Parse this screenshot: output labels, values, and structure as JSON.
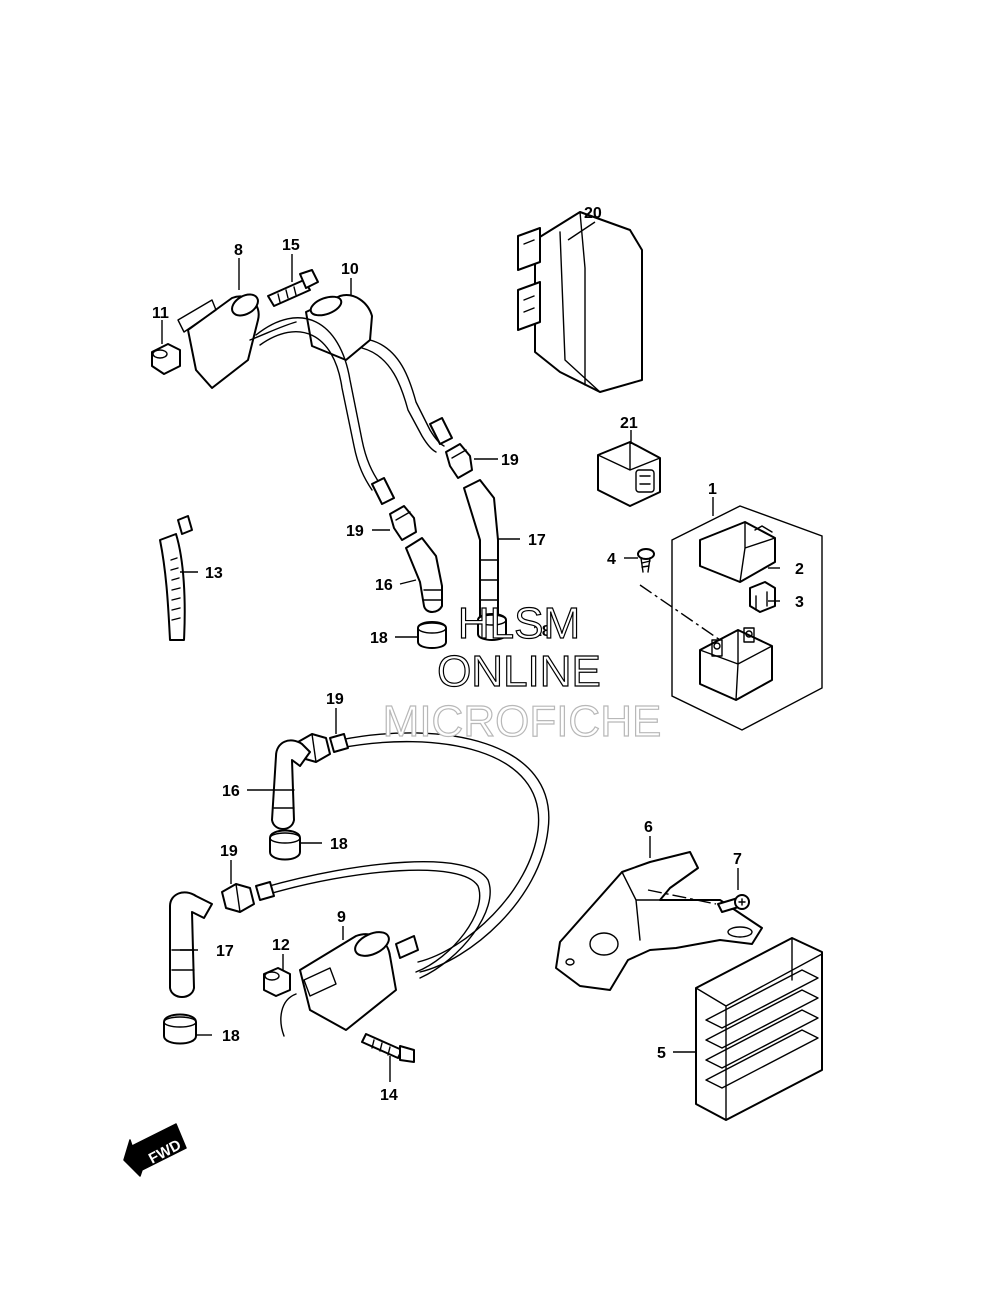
{
  "callouts": {
    "c1": "1",
    "c2": "2",
    "c3": "3",
    "c4": "4",
    "c5": "5",
    "c6": "6",
    "c7": "7",
    "c8": "8",
    "c9": "9",
    "c10": "10",
    "c11": "11",
    "c12": "12",
    "c13": "13",
    "c14": "14",
    "c15": "15",
    "c16a": "16",
    "c16b": "16",
    "c17a": "17",
    "c17b": "17",
    "c18a": "18",
    "c18b": "18",
    "c18c": "18",
    "c18d": "18",
    "c19a": "19",
    "c19b": "19",
    "c19c": "19",
    "c19d": "19",
    "c20": "20",
    "c21": "21"
  },
  "watermark": {
    "line1": "HLSM",
    "line2": "ONLINE",
    "line3": "MICROFICHE"
  },
  "direction_arrow": {
    "label": "FWD"
  },
  "colors": {
    "line": "#000000",
    "background": "#ffffff",
    "watermark_light": "#b8b8b8"
  }
}
